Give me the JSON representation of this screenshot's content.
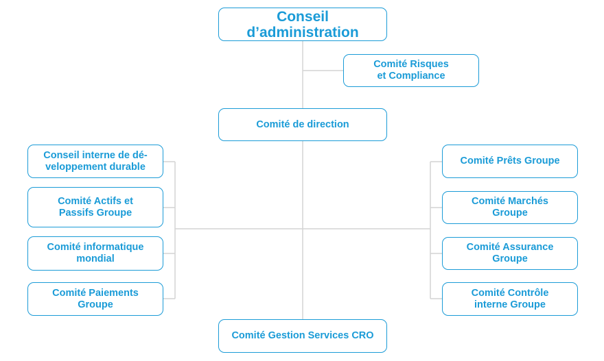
{
  "colors": {
    "accent": "#1a9bd7",
    "connector": "#d4d4d4",
    "background": "#ffffff"
  },
  "nodes": {
    "board": "Conseil\nd’administration",
    "risk_committee": "Comité Risques\net Compliance",
    "management_committee": "Comité de direction",
    "left": [
      "Conseil interne de dé-\nveloppement durable",
      "Comité Actifs et\nPassifs Groupe",
      "Comité informatique\nmondial",
      "Comité Paiements\nGroupe"
    ],
    "right": [
      "Comité Prêts Groupe",
      "Comité Marchés\nGroupe",
      "Comité Assurance\nGroupe",
      "Comité Contrôle\ninterne Groupe"
    ],
    "cro_committee": "Comité Gestion Services CRO"
  }
}
